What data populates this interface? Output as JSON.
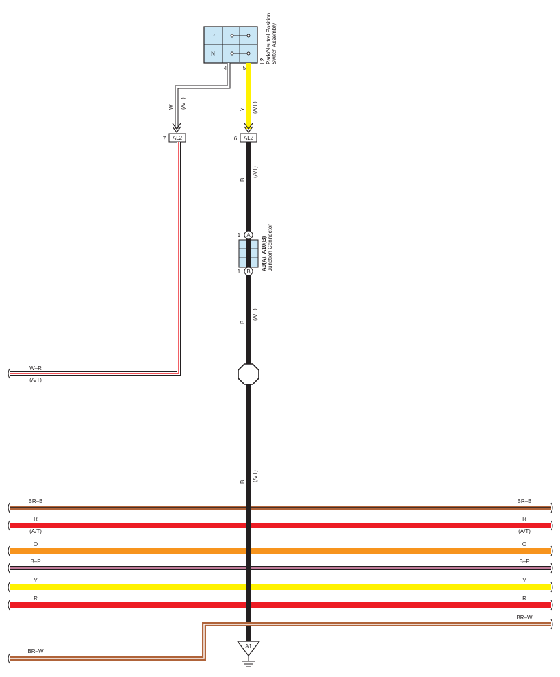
{
  "switch_assembly": {
    "code": "L2",
    "name_line1": "Park/Neutral Position",
    "name_line2": "Switch Assembly",
    "positions": [
      "P",
      "N"
    ],
    "pins": [
      "4",
      "5"
    ]
  },
  "connectors": {
    "left": {
      "pin": "7",
      "label": "AL2"
    },
    "right": {
      "pin": "6",
      "label": "AL2"
    }
  },
  "junction": {
    "code": "A9(A), A10(B)",
    "name": "Junction Connector",
    "top_pin": "1",
    "top_letter": "A",
    "bottom_pin": "1",
    "bottom_letter": "B"
  },
  "wire_labels": {
    "w_color": "W",
    "w_note": "(A/T)",
    "y_color": "Y",
    "y_note": "(A/T)",
    "b_color": "B",
    "b_note": "(A/T)"
  },
  "left_wire": {
    "color_label": "W–R",
    "note": "(A/T)"
  },
  "buses": [
    {
      "label": "BR–B",
      "note": "",
      "colors": [
        "#b0643a",
        "#231f20"
      ]
    },
    {
      "label": "R",
      "note": "(A/T)",
      "colors": [
        "#ed1c24"
      ]
    },
    {
      "label": "O",
      "note": "",
      "colors": [
        "#f7941d"
      ]
    },
    {
      "label": "B–P",
      "note": "",
      "colors": [
        "#231f20",
        "#f49ac1"
      ]
    },
    {
      "label": "Y",
      "note": "",
      "colors": [
        "#fff200"
      ]
    },
    {
      "label": "R",
      "note": "",
      "colors": [
        "#ed1c24"
      ]
    }
  ],
  "br_w": {
    "right_label": "BR–W",
    "left_label": "BR–W"
  },
  "ground": {
    "label": "A1"
  },
  "colors": {
    "white": "#ffffff",
    "yellow": "#fff200",
    "black": "#231f20",
    "red": "#ed1c24",
    "orange": "#f7941d",
    "brown": "#b0643a",
    "pink": "#f49ac1",
    "connector_fill": "#c9e6f5"
  }
}
